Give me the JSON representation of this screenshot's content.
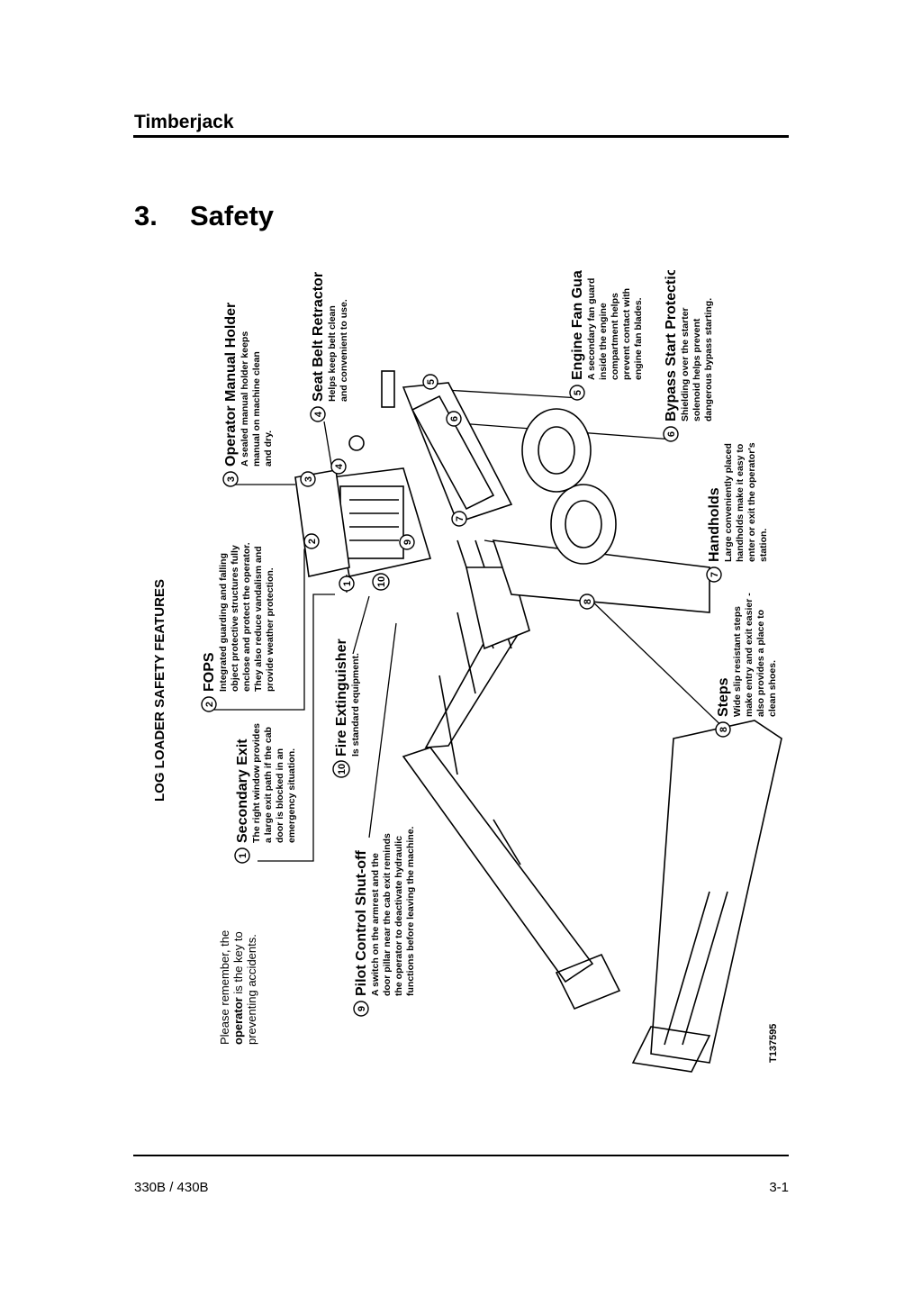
{
  "header": {
    "brand": "Timberjack"
  },
  "chapter": {
    "number": "3.",
    "title": "Safety"
  },
  "figure": {
    "heading": "LOG LOADER SAFETY FEATURES",
    "reminder": {
      "line1": "Please remember, the",
      "bold_word": "operator",
      "line2_rest": " is the key to",
      "line3": "preventing accidents."
    },
    "callouts": [
      {
        "number": "1",
        "title": "Secondary Exit",
        "lines": [
          "The right window provides",
          "a large exit path if the cab",
          "door is blocked in an",
          "emergency situation."
        ]
      },
      {
        "number": "2",
        "title": "FOPS",
        "lines": [
          "Integrated guarding and falling",
          "object protective structures fully",
          "enclose and protect the operator.",
          "They also reduce vandalism and",
          "provide weather protection."
        ]
      },
      {
        "number": "3",
        "title": "Operator Manual Holder",
        "lines": [
          "A sealed manual holder keeps",
          "manual on machine clean",
          "and dry."
        ]
      },
      {
        "number": "4",
        "title": "Seat Belt Retractor",
        "lines": [
          "Helps keep belt clean",
          "and convenient to use."
        ]
      },
      {
        "number": "5",
        "title": "Engine Fan Guard",
        "lines": [
          "A secondary fan guard",
          "inside the engine",
          "compartment helps",
          "prevent contact with",
          "engine fan blades."
        ]
      },
      {
        "number": "6",
        "title": "Bypass Start Protection",
        "lines": [
          "Shielding over the starter",
          "solenoid helps prevent",
          "dangerous bypass starting."
        ]
      },
      {
        "number": "7",
        "title": "Handholds",
        "lines": [
          "Large conveniently placed",
          "handholds make it easy to",
          "enter or exit the operator's",
          "station."
        ]
      },
      {
        "number": "8",
        "title": "Steps",
        "lines": [
          "Wide slip resistant steps",
          "make entry and exit easier -",
          "also provides a place to",
          "clean shoes."
        ]
      },
      {
        "number": "9",
        "title": "Pilot Control Shut-off",
        "lines": [
          "A switch on the armrest and the",
          "door pillar near the cab exit reminds",
          "the operator to deactivate hydraulic",
          "functions before leaving the machine."
        ]
      },
      {
        "number": "10",
        "title": "Fire Extinguisher",
        "lines": [
          "Is standard equipment."
        ]
      }
    ],
    "figure_id": "T137595"
  },
  "footer": {
    "model": "330B / 430B",
    "page": "3-1"
  }
}
